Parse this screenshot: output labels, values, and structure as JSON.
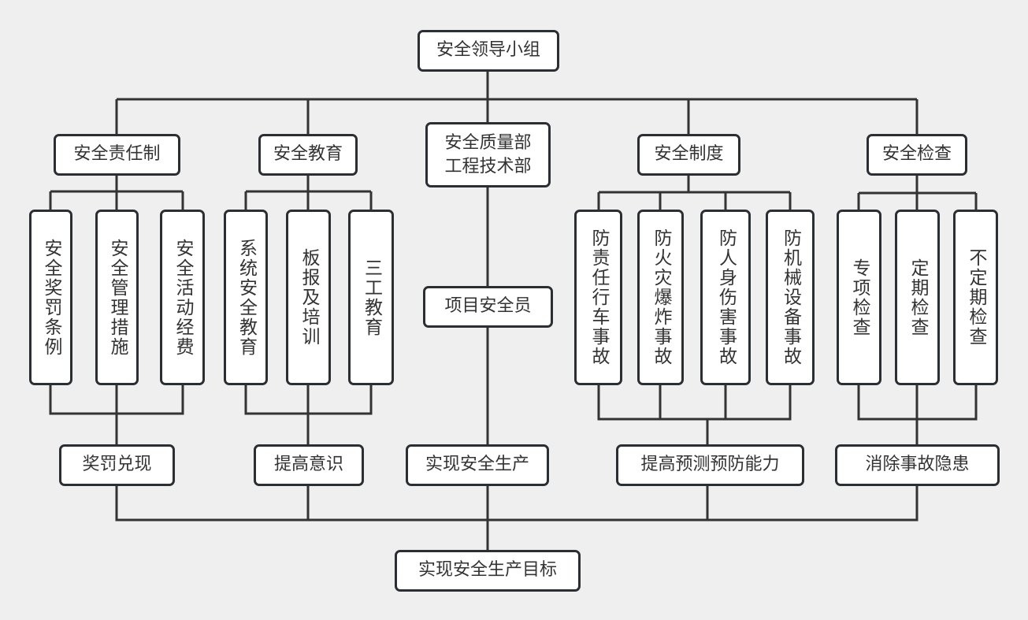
{
  "root": "安全领导小组",
  "branches": [
    {
      "title": "安全责任制",
      "items": [
        "安全奖罚条例",
        "安全管理措施",
        "安全活动经费"
      ],
      "outcome": "奖罚兑现"
    },
    {
      "title": "安全教育",
      "items": [
        "系统安全教育",
        "板报及培训",
        "三工教育"
      ],
      "outcome": "提高意识"
    },
    {
      "title_lines": [
        "安全质量部",
        "工程技术部"
      ],
      "middle": "项目安全员",
      "outcome": "实现安全生产"
    },
    {
      "title": "安全制度",
      "items": [
        "防责任行车事故",
        "防火灾爆炸事故",
        "防人身伤害事故",
        "防机械设备事故"
      ],
      "outcome": "提高预测预防能力"
    },
    {
      "title": "安全检查",
      "items": [
        "专项检查",
        "定期检查",
        "不定期检查"
      ],
      "outcome": "消除事故隐患"
    }
  ],
  "goal": "实现安全生产目标"
}
